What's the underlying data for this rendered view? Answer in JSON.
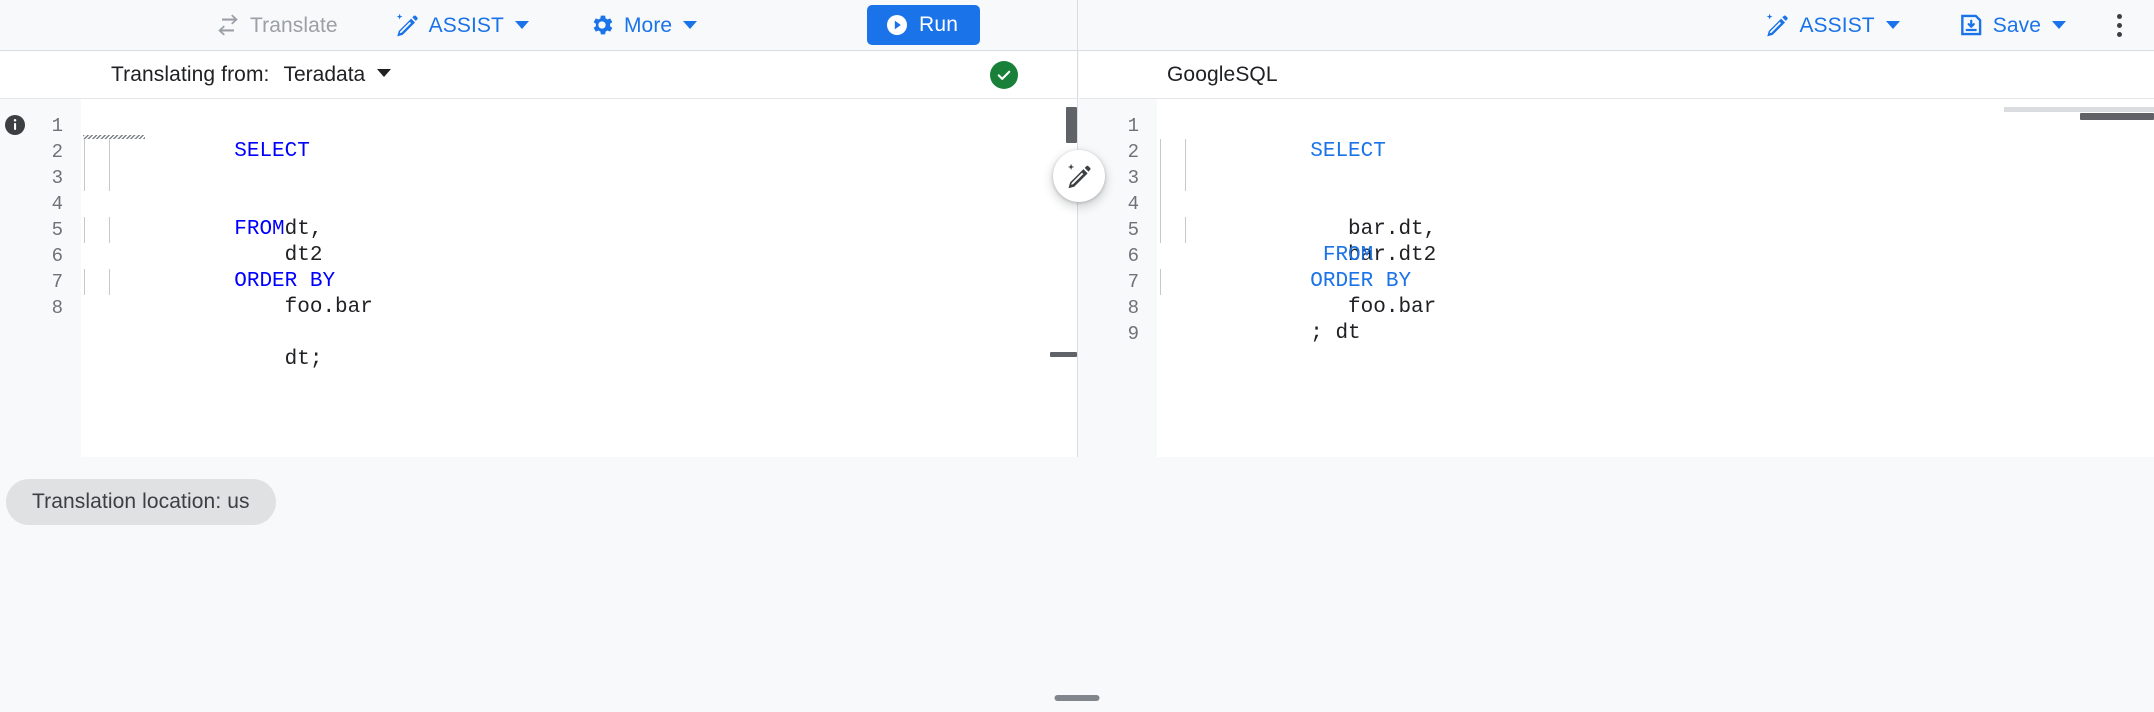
{
  "toolbar": {
    "left": [
      {
        "id": "translate",
        "label": "Translate",
        "icon": "swap-horizontal-icon",
        "disabled": true,
        "caret": false
      },
      {
        "id": "assist",
        "label": "ASSIST",
        "icon": "magic-pen-icon",
        "disabled": false,
        "caret": true
      },
      {
        "id": "more",
        "label": "More",
        "icon": "gear-icon",
        "disabled": false,
        "caret": true
      }
    ],
    "run_label": "Run",
    "right": [
      {
        "id": "assist",
        "label": "ASSIST",
        "icon": "magic-pen-icon",
        "caret": true
      },
      {
        "id": "save",
        "label": "Save",
        "icon": "save-disk-icon",
        "caret": true
      }
    ],
    "overflow_icon": "kebab-menu-icon"
  },
  "source_pane": {
    "header_label": "Translating from:",
    "dialect": "Teradata",
    "status_icon": "check-circle-icon",
    "status_color": "#188038",
    "info_icon": "info-icon",
    "lines": [
      {
        "n": "1",
        "text": "SELECT",
        "kw": "SELECT",
        "rest": "",
        "indent": 0,
        "squiggle": true
      },
      {
        "n": "2",
        "text": "    dt,",
        "kw": "",
        "rest": "    dt,",
        "indent": 2,
        "squiggle": false
      },
      {
        "n": "3",
        "text": "    dt2",
        "kw": "",
        "rest": "    dt2",
        "indent": 2,
        "squiggle": false
      },
      {
        "n": "4",
        "text": "FROM",
        "kw": "FROM",
        "rest": "",
        "indent": 0,
        "squiggle": false
      },
      {
        "n": "5",
        "text": "    foo.bar",
        "kw": "",
        "rest": "    foo.bar",
        "indent": 2,
        "squiggle": false
      },
      {
        "n": "6",
        "text": "ORDER BY",
        "kw": "ORDER BY",
        "rest": "",
        "indent": 0,
        "squiggle": false
      },
      {
        "n": "7",
        "text": "    dt;",
        "kw": "",
        "rest": "    dt;",
        "indent": 2,
        "squiggle": false
      },
      {
        "n": "8",
        "text": "",
        "kw": "",
        "rest": "",
        "indent": 0,
        "squiggle": false
      }
    ]
  },
  "target_pane": {
    "dialect": "GoogleSQL",
    "assist_fab_icon": "magic-pen-icon",
    "lines": [
      {
        "n": "1",
        "text": "SELECT",
        "kw": "SELECT",
        "rest": "",
        "indent": 0
      },
      {
        "n": "2",
        "text": "   bar.dt,",
        "kw": "",
        "rest": "   bar.dt,",
        "indent": 2
      },
      {
        "n": "3",
        "text": "   bar.dt2",
        "kw": "",
        "rest": "   bar.dt2",
        "indent": 2
      },
      {
        "n": "4",
        "text": " FROM",
        "kw": " FROM",
        "rest": "",
        "indent": 1
      },
      {
        "n": "5",
        "text": "   foo.bar",
        "kw": "",
        "rest": "   foo.bar",
        "indent": 2
      },
      {
        "n": "6",
        "text": "ORDER BY",
        "kw": "ORDER BY",
        "rest": "",
        "indent": 0
      },
      {
        "n": "7",
        "text": "  dt",
        "kw": "",
        "rest": "  dt",
        "indent": 1
      },
      {
        "n": "8",
        "text": ";",
        "kw": "",
        "rest": ";",
        "indent": 0
      },
      {
        "n": "9",
        "text": "",
        "kw": "",
        "rest": "",
        "indent": 0
      }
    ]
  },
  "status": {
    "location_chip": "Translation location: us"
  },
  "colors": {
    "accent": "#1a73e8",
    "keyword_source": "#0000ff",
    "keyword_target": "#1a73e8",
    "success": "#188038",
    "disabled": "#9aa0a6",
    "panel_bg": "#ffffff",
    "chrome_bg": "#f8f9fa"
  }
}
